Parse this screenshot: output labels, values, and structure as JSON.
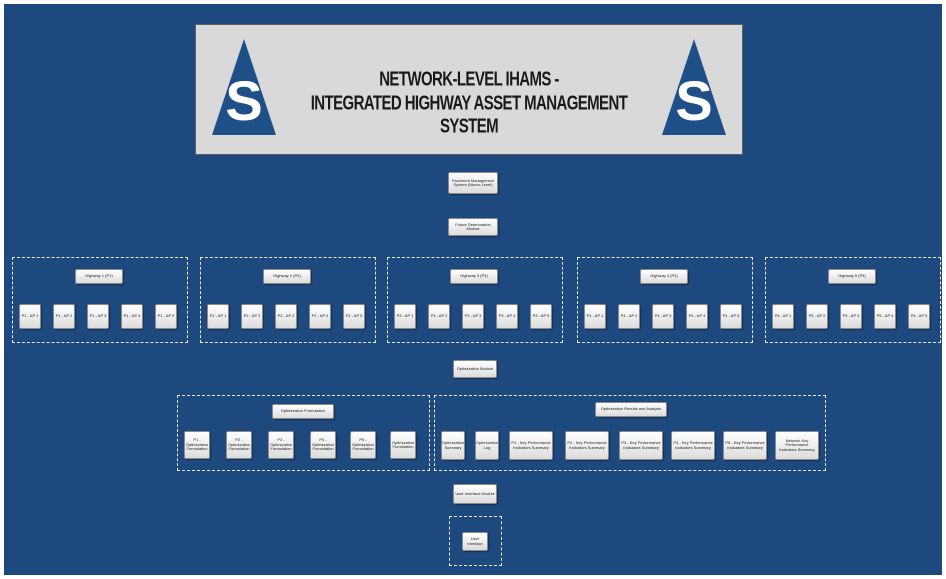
{
  "banner": {
    "title_line1": "NETWORK-LEVEL IHAMS -",
    "title_line2": "INTEGRATED HIGHWAY ASSET MANAGEMENT SYSTEM",
    "logo_letter": "S",
    "logo_color": "#1f4f87",
    "background_color": "#1e497f"
  },
  "pms_module": "Pavement Management System (Macro-Level)",
  "future_module": "Future Deterioration Module",
  "highways": [
    {
      "label": "Highway 1 (P1)",
      "items": [
        "P1 - AP 1",
        "P1 - AP 2",
        "P1 - AP 3",
        "P1 - AP 4",
        "P1 - AP 5"
      ]
    },
    {
      "label": "Highway 2 (P2)",
      "items": [
        "P2 - AP 1",
        "P2 - AP 2",
        "P2 - AP 3",
        "P2 - AP 4",
        "P2 - AP 5"
      ]
    },
    {
      "label": "Highway 3 (P3)",
      "items": [
        "P3 - AP 1",
        "P3 - AP 2",
        "P3 - AP 3",
        "P3 - AP 4",
        "P3 - AP 5"
      ]
    },
    {
      "label": "Highway 4 (P4)",
      "items": [
        "P4 - AP 1",
        "P4 - AP 2",
        "P4 - AP 3",
        "P4 - AP 4",
        "P4 - AP 5"
      ]
    },
    {
      "label": "Highway 5 (P5)",
      "items": [
        "P5 - AP 1",
        "P5 - AP 2",
        "P5 - AP 3",
        "P5 - AP 4",
        "P5 - AP 5"
      ]
    }
  ],
  "optimization_module": "Optimization Module",
  "formulation": {
    "label": "Optimization Formulation",
    "items": [
      "P1 - Optimization Formulation",
      "P2 - Optimization Formulation",
      "P3 - Optimization Formulation",
      "P4 - Optimization Formulation",
      "P5 - Optimization Formulation",
      "Optimization Formulation"
    ]
  },
  "results": {
    "label": "Optimization Results and Analysis",
    "items": [
      "Optimization Summary",
      "Optimization Log",
      "P1 - Key Performance Indicators Summary",
      "P2 - Key Performance Indicators Summary",
      "P3 - Key Performance Indicators Summary",
      "P4 - Key Performance Indicators Summary",
      "P5 - Key Performance Indicators Summary",
      "Network Key Performance Indicators Summary"
    ]
  },
  "ui_module": "User Interface Module",
  "user_interface": "User Interface"
}
